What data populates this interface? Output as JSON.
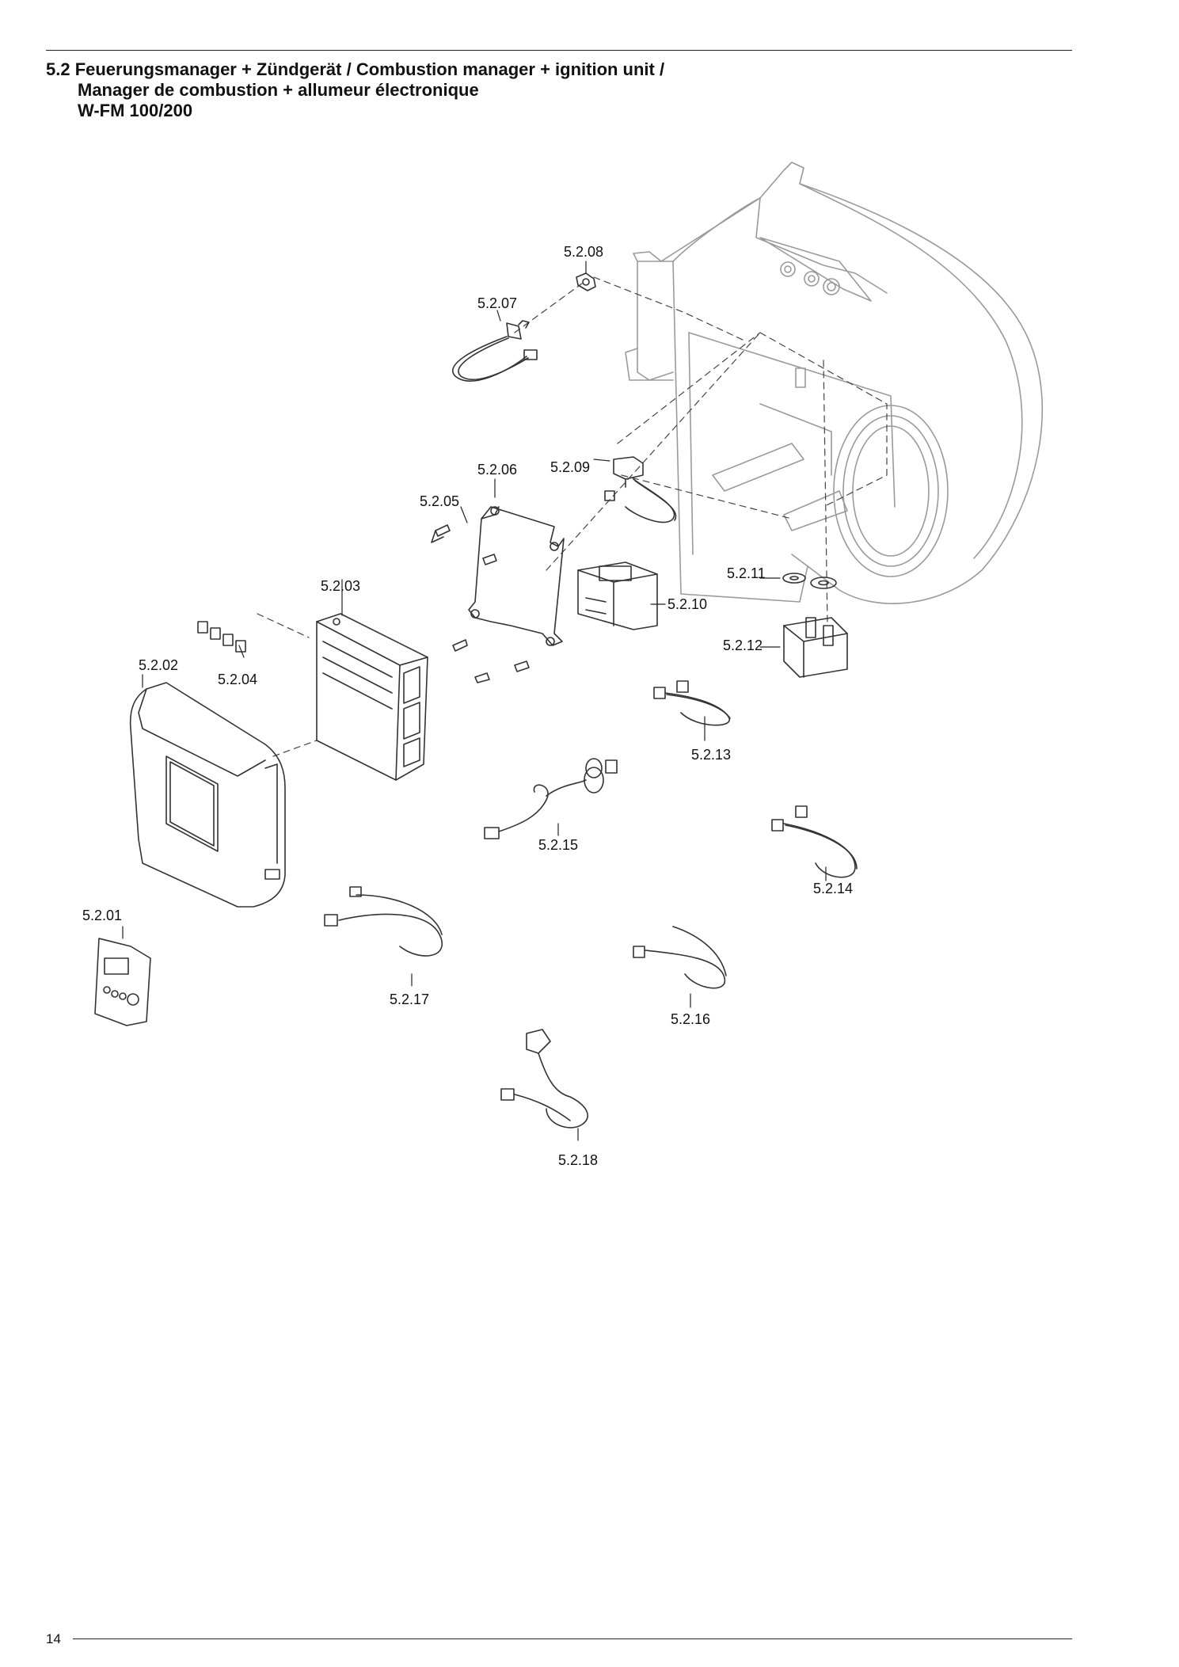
{
  "header": {
    "title_line1": "5.2 Feuerungsmanager + Zündgerät / Combustion manager + ignition unit /",
    "title_line2": "Manager de combustion + allumeur électronique",
    "title_line3": "W-FM 100/200"
  },
  "parts": [
    {
      "id": "5.2.01"
    },
    {
      "id": "5.2.02"
    },
    {
      "id": "5.2.03"
    },
    {
      "id": "5.2.04"
    },
    {
      "id": "5.2.05"
    },
    {
      "id": "5.2.06"
    },
    {
      "id": "5.2.07"
    },
    {
      "id": "5.2.08"
    },
    {
      "id": "5.2.09"
    },
    {
      "id": "5.2.10"
    },
    {
      "id": "5.2.11"
    },
    {
      "id": "5.2.12"
    },
    {
      "id": "5.2.13"
    },
    {
      "id": "5.2.14"
    },
    {
      "id": "5.2.15"
    },
    {
      "id": "5.2.16"
    },
    {
      "id": "5.2.17"
    },
    {
      "id": "5.2.18"
    }
  ],
  "footer": {
    "page_number": "14"
  }
}
